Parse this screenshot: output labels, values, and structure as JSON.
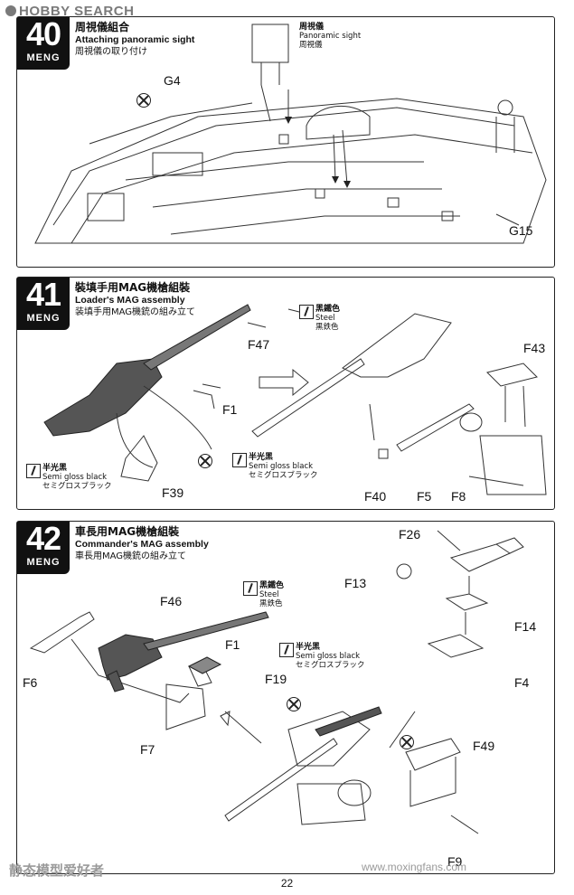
{
  "watermark_top": "HOBBY SEARCH",
  "watermark_bottom_left": "静态模型爱好者",
  "watermark_bottom_right": "www.moxingfans.com",
  "page_number": "22",
  "brand": "MENG",
  "steps": [
    {
      "number": "40",
      "title_cn": "周視儀組合",
      "title_en": "Attaching panoramic sight",
      "title_jp": "周視儀の取り付け",
      "parts": {
        "g4": "G4",
        "g15": "G15"
      },
      "callout": {
        "cn": "周視儀",
        "en": "Panoramic sight",
        "jp": "周視儀"
      }
    },
    {
      "number": "41",
      "title_cn": "裝填手用MAG機槍組裝",
      "title_en": "Loader's MAG assembly",
      "title_jp": "装填手用MAG機銃の組み立て",
      "parts": {
        "f47": "F47",
        "f43": "F43",
        "f1": "F1",
        "f39": "F39",
        "f40": "F40",
        "f5": "F5",
        "f8": "F8"
      },
      "paint_steel": {
        "cn": "黑鐵色",
        "en": "Steel",
        "jp": "黒鉄色"
      },
      "paint_gloss": {
        "cn": "半光黑",
        "en": "Semi gloss black",
        "jp": "セミグロスブラック"
      },
      "paint_gloss2": {
        "cn": "半光黑",
        "en": "Semi gloss black",
        "jp": "セミグロスブラック"
      }
    },
    {
      "number": "42",
      "title_cn": "車長用MAG機槍組裝",
      "title_en": "Commander's MAG assembly",
      "title_jp": "車長用MAG機銃の組み立て",
      "parts": {
        "f26": "F26",
        "f13": "F13",
        "f46": "F46",
        "f14": "F14",
        "f1": "F1",
        "f6": "F6",
        "f19": "F19",
        "f4": "F4",
        "f7": "F7",
        "f49": "F49",
        "f9": "F9"
      },
      "paint_steel": {
        "cn": "黑鐵色",
        "en": "Steel",
        "jp": "黒鉄色"
      },
      "paint_gloss": {
        "cn": "半光黑",
        "en": "Semi gloss black",
        "jp": "セミグロスブラック"
      }
    }
  ]
}
